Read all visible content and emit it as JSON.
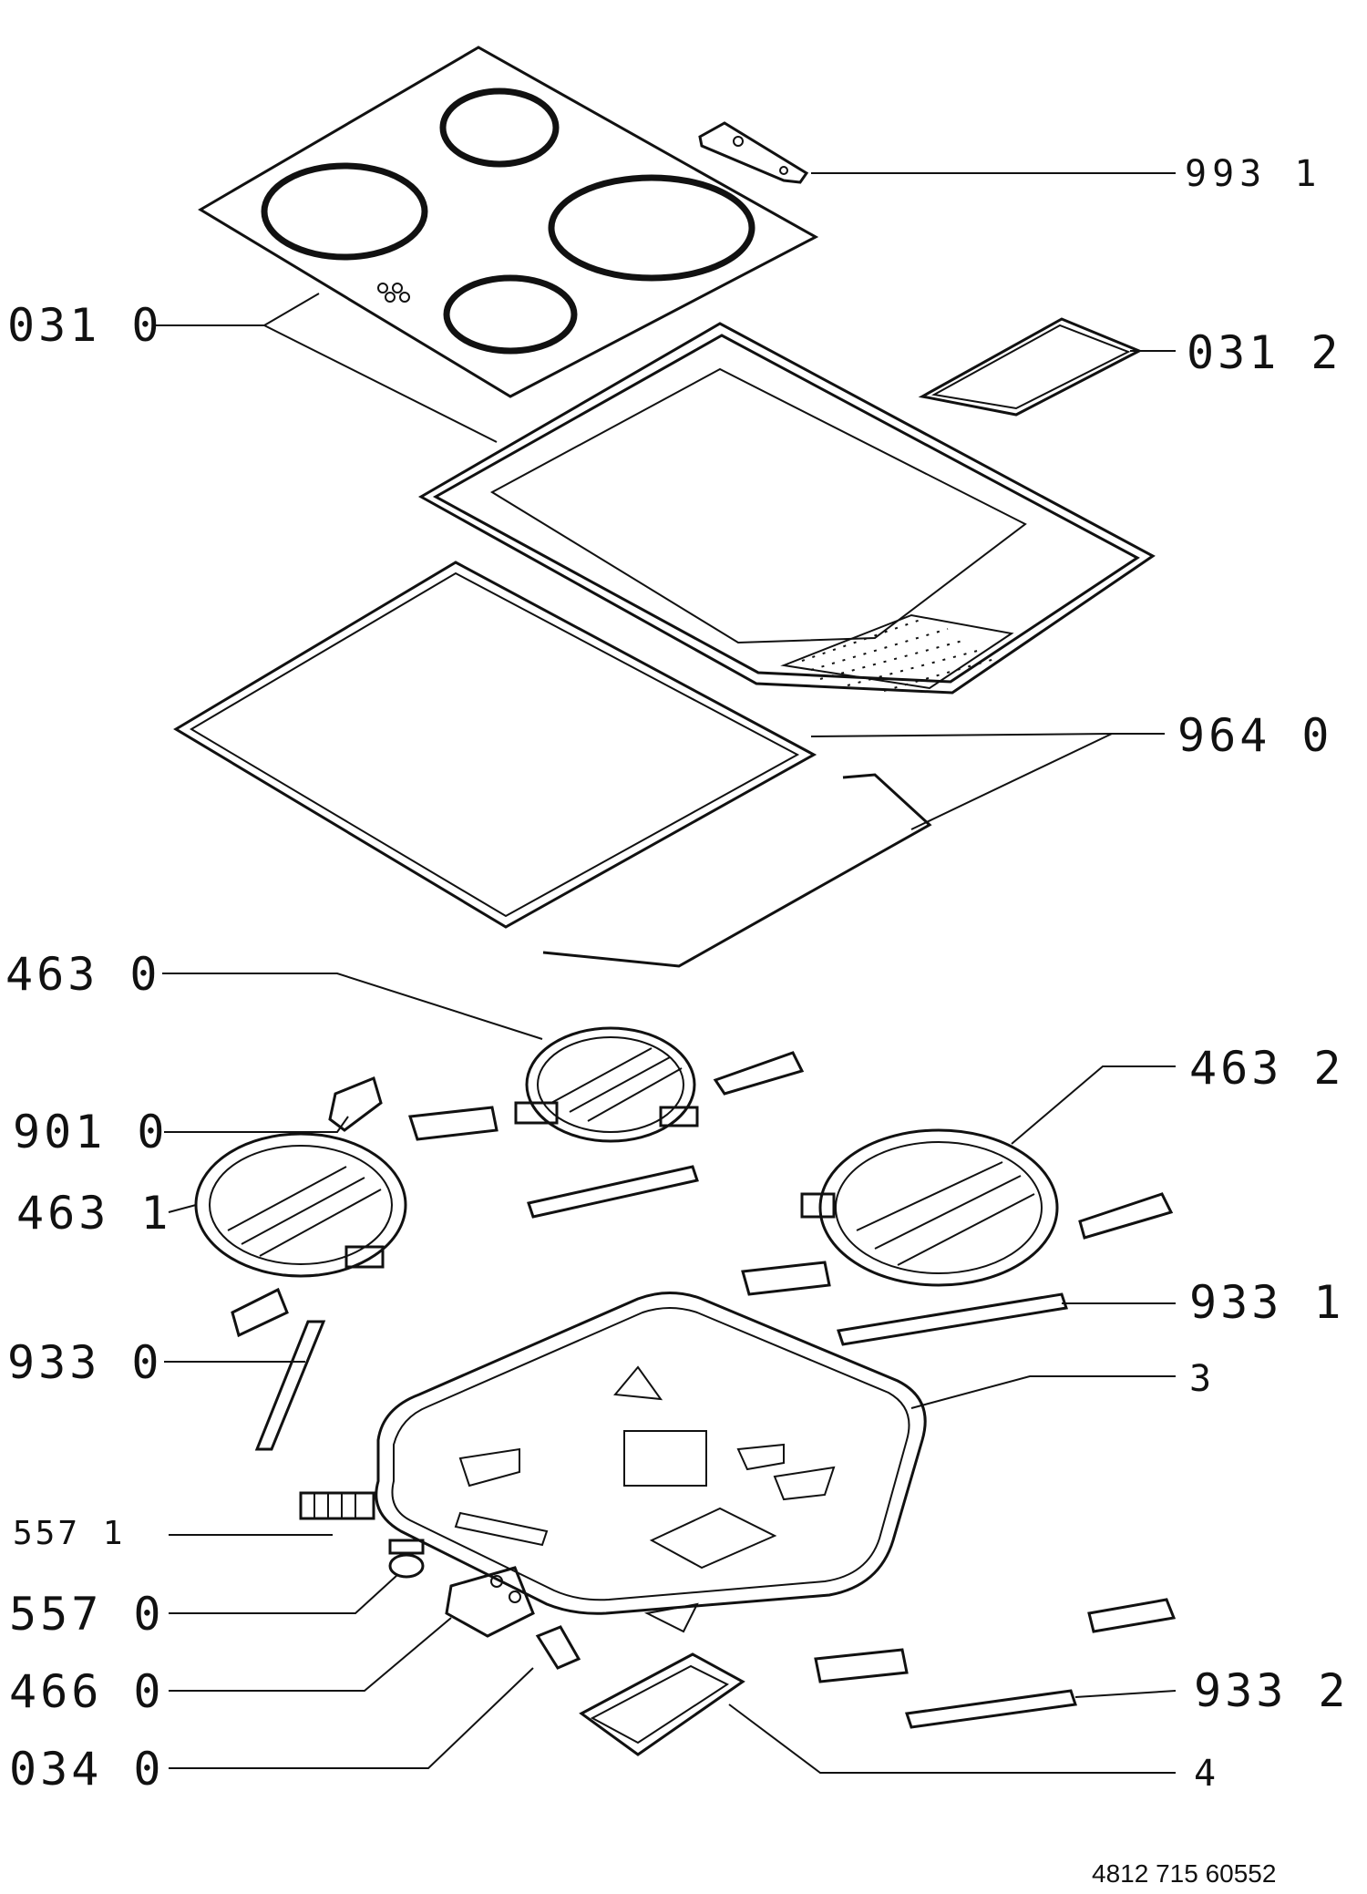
{
  "labels": {
    "l9931": "993 1",
    "l0310": "031 0",
    "l0312": "031 2",
    "l9640": "964 0",
    "l4630": "463 0",
    "l4632": "463 2",
    "l9010": "901 0",
    "l4631": "463 1",
    "l9331": "933 1",
    "l9330": "933 0",
    "l3": "3",
    "l5571": "557 1",
    "l5570": "557 0",
    "l4660": "466 0",
    "l0340": "034 0",
    "l9332": "933 2",
    "l4": "4"
  },
  "document_number": "4812 715 60552"
}
